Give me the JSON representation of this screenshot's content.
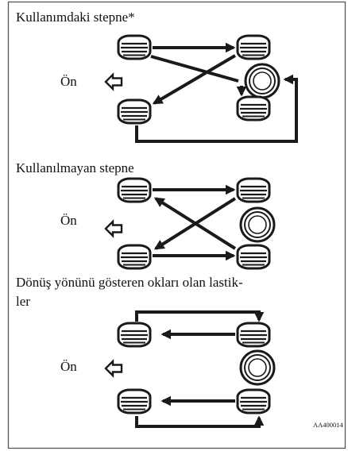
{
  "sections": [
    {
      "title": "Kullanımdaki stepne*",
      "front_label": "Ön"
    },
    {
      "title": "Kullanılmayan stepne",
      "front_label": "Ön"
    },
    {
      "title_line1": "Dönüş yönünü gösteren okları olan lastik-",
      "title_line2": "ler",
      "front_label": "Ön"
    }
  ],
  "figure_code": "AA400014",
  "colors": {
    "ink": "#1a1a1a",
    "background": "#ffffff"
  }
}
